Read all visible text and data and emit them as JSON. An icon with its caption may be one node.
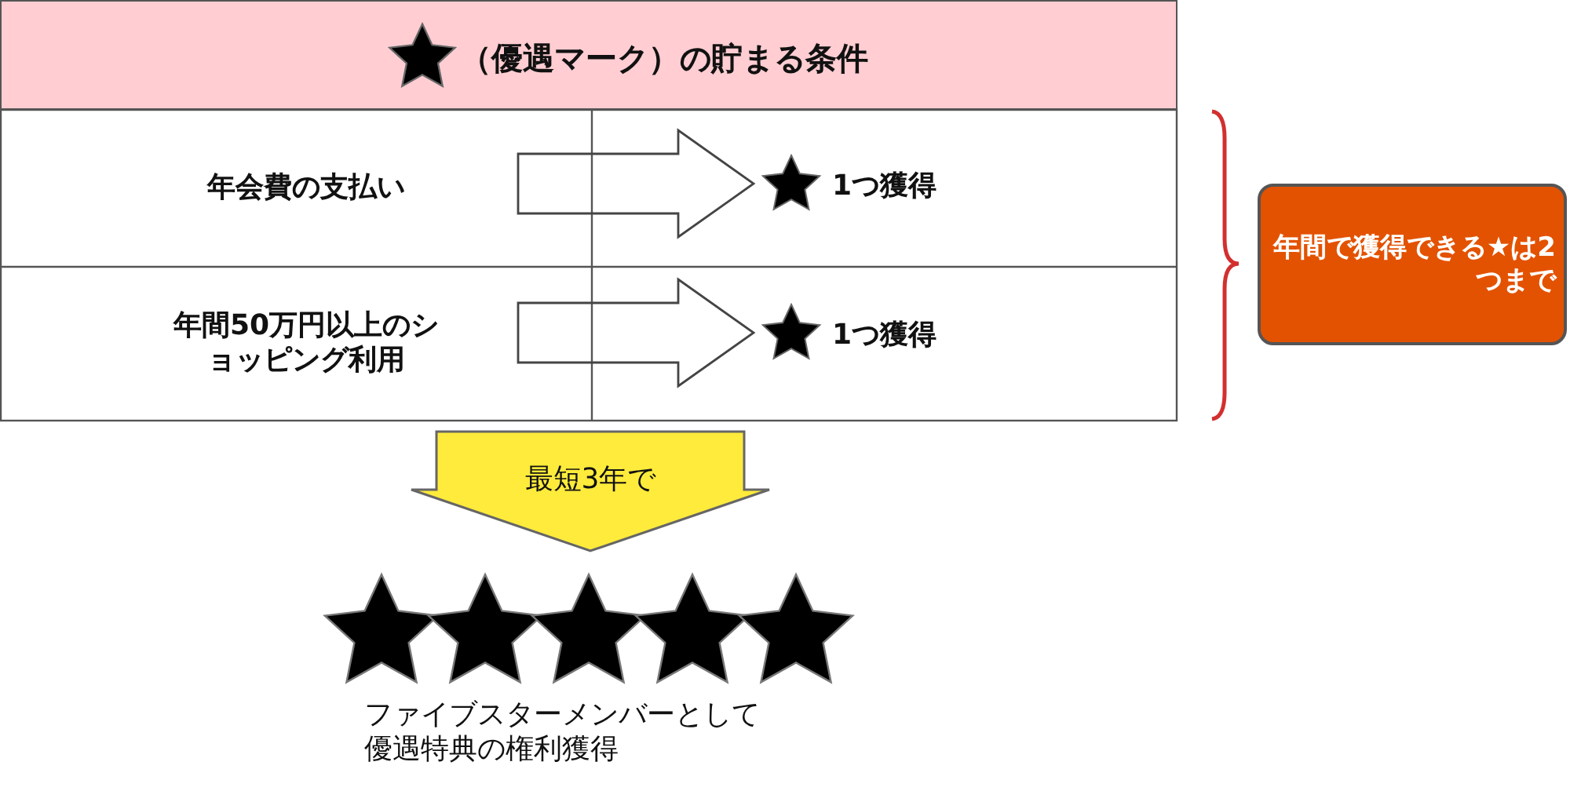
{
  "diagram": {
    "nodes": [
      {
        "text": [
          "（優遇マーク）の貯まる条件"
        ]
      },
      {
        "text": [
          "年会費の支払い"
        ]
      },
      {
        "text": [
          "1つ獲得"
        ]
      },
      {
        "text": [
          "年間50万円以上のショッピング利用"
        ]
      },
      {
        "text": [
          "1つ獲得"
        ]
      },
      {
        "text": [
          "年間で獲得できる★は2つまで"
        ]
      },
      {
        "text": [
          "最短3年で"
        ]
      },
      {
        "text": [
          "ファイブスターメンバーとして優遇特典の権利獲得"
        ]
      }
    ],
    "edges": [
      {
        "from": 1,
        "to": 2,
        "arrow": "to"
      },
      {
        "from": 3,
        "to": 4,
        "arrow": "to"
      }
    ]
  }
}
